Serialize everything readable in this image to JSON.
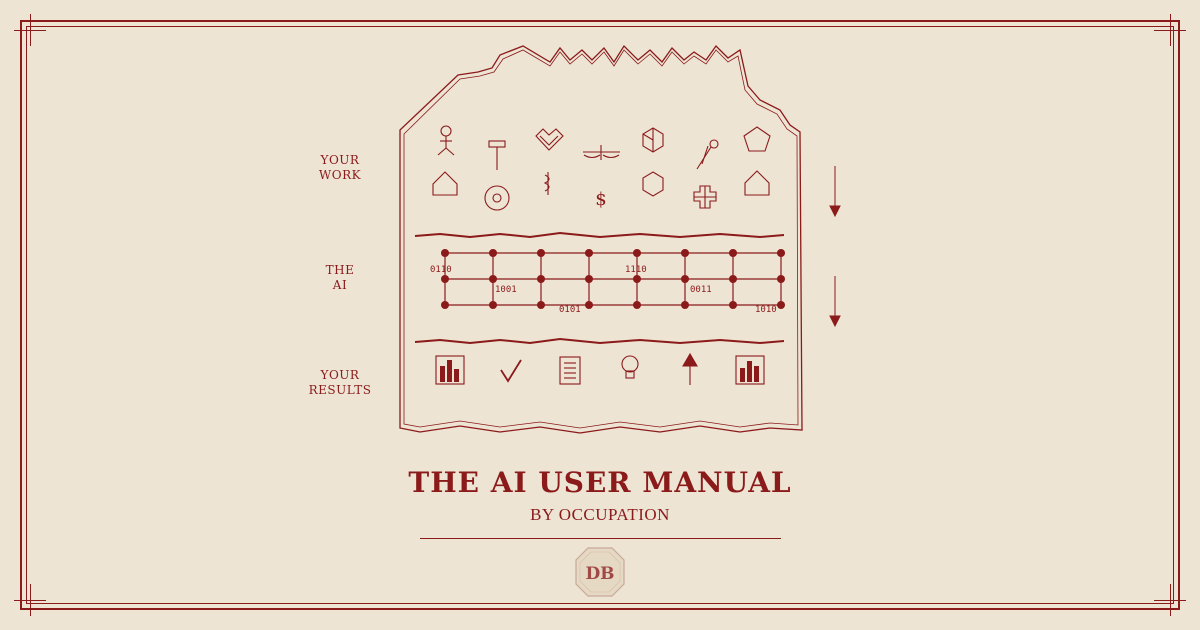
{
  "labels": {
    "work": [
      "YOUR",
      "WORK"
    ],
    "ai": [
      "THE",
      "AI"
    ],
    "results": [
      "YOUR",
      "RESULTS"
    ]
  },
  "binary_codes": [
    "0110",
    "1001",
    "0101",
    "1110",
    "0011",
    "1010"
  ],
  "work_icons": [
    "person-icon",
    "hammer-icon",
    "heart-icon",
    "scales-icon",
    "cube-icon",
    "needle-icon",
    "pentagon-icon",
    "house-icon",
    "target-icon",
    "caduceus-icon",
    "dollar-icon",
    "hexagon-icon",
    "cross-icon",
    "house-icon"
  ],
  "result_icons": [
    "bar-chart-icon",
    "checkmark-icon",
    "document-icon",
    "lightbulb-icon",
    "arrow-up-icon",
    "bar-chart-icon"
  ],
  "dollar_glyph": "$",
  "title": "THE AI USER MANUAL",
  "subtitle": "BY OCCUPATION",
  "logo_text": "DB",
  "colors": {
    "accent": "#8b1a1a",
    "background": "#ede4d4"
  }
}
